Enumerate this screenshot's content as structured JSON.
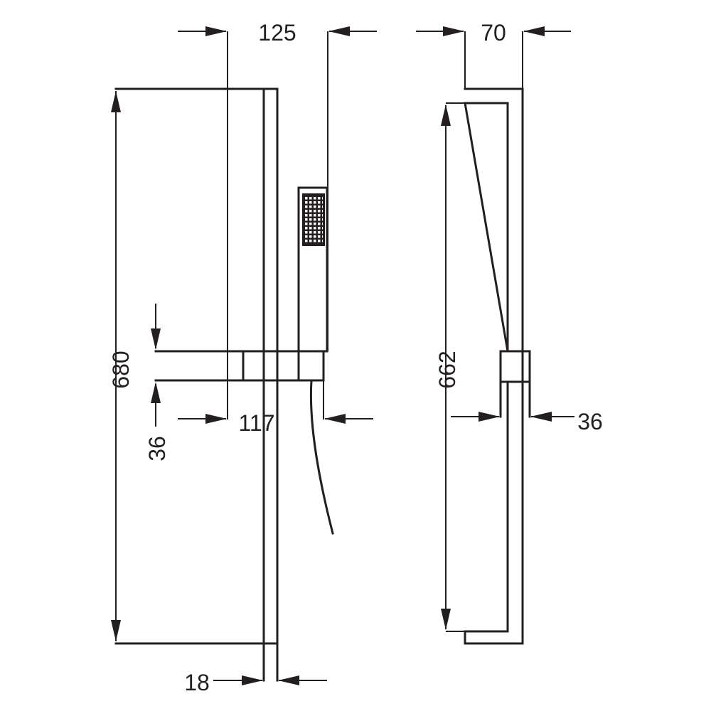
{
  "drawing": {
    "line_color": "#231f20",
    "background": "#ffffff"
  },
  "dimensions": {
    "head_width": "125",
    "bar_depth": "70",
    "bar_height": "680",
    "slide_height": "36",
    "holder_projection": "117",
    "bar_section": "662",
    "bracket_height": "36",
    "bar_width": "18"
  }
}
